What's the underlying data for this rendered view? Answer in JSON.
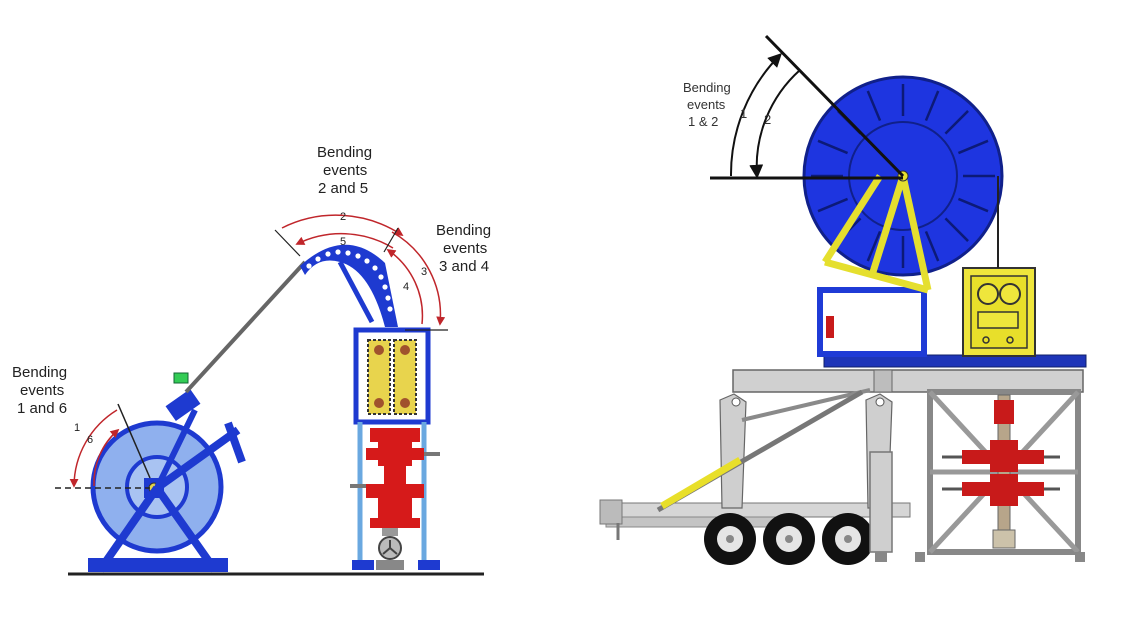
{
  "left_diagram": {
    "label_1_6": [
      "Bending",
      "events",
      "1 and 6"
    ],
    "label_2_5": [
      "Bending",
      "events",
      "2 and 5"
    ],
    "label_3_4": [
      "Bending",
      "events",
      "3 and 4"
    ],
    "arc_numbers": {
      "n1": "1",
      "n6": "6",
      "n2": "2",
      "n5": "5",
      "n3": "3",
      "n4": "4"
    }
  },
  "right_diagram": {
    "label_1_2": [
      "Bending",
      "events",
      "1 & 2"
    ],
    "arc_numbers": {
      "n1": "1",
      "n2": "2"
    }
  },
  "colors": {
    "reel_blue": "#1e3ad0",
    "reel_light": "#8fb0ee",
    "frame_blue": "#1f3bd6",
    "stack_red": "#d61a1a",
    "gooseneck_yellow": "#f0e533",
    "trailer_gray": "#cfcfcf",
    "arrow_red": "#c0262b"
  }
}
